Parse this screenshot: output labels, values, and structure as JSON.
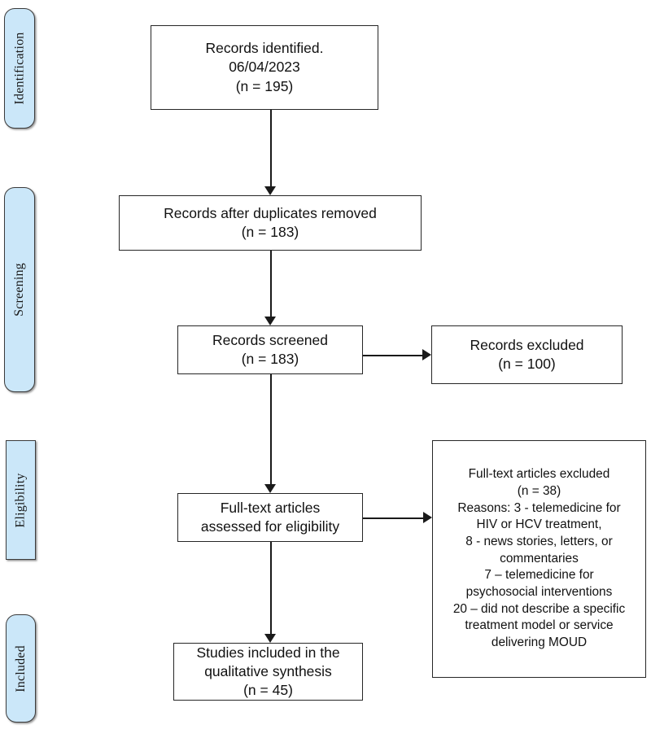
{
  "diagram": {
    "title": "PRISMA study selection flow diagram",
    "accent_color": "#cbe7f9",
    "border_color": "#262626",
    "connector_color": "#1a1a1a",
    "background_color": "#ffffff"
  },
  "stages": [
    {
      "id": "identification",
      "label": "Identification",
      "shape": "rounded"
    },
    {
      "id": "screening",
      "label": "Screening",
      "shape": "rounded"
    },
    {
      "id": "eligibility",
      "label": "Eligibility",
      "shape": "square"
    },
    {
      "id": "included",
      "label": "Included",
      "shape": "rounded"
    }
  ],
  "boxes": {
    "records_identified": {
      "text": "Records identified.\n06/04/2023\n(n = 195)",
      "count": 195,
      "date": "06/04/2023"
    },
    "records_after_duplicates": {
      "text": "Records after duplicates removed\n(n = 183)",
      "count": 183
    },
    "records_screened": {
      "text": "Records screened\n(n = 183)",
      "count": 183
    },
    "records_excluded": {
      "text": "Records excluded\n(n = 100)",
      "count": 100
    },
    "fulltext_assessed": {
      "text": "Full-text articles\nassessed for eligibility"
    },
    "fulltext_excluded": {
      "text": "Full-text articles excluded\n(n = 38)\nReasons: 3 - telemedicine for\nHIV or HCV treatment,\n8 - news stories, letters, or\ncommentaries\n7 – telemedicine for\npsychosocial interventions\n20 – did not describe a specific\ntreatment model or service\ndelivering MOUD",
      "count": 38,
      "reasons": [
        {
          "n": 3,
          "reason": "telemedicine for HIV or HCV treatment"
        },
        {
          "n": 8,
          "reason": "news stories, letters, or commentaries"
        },
        {
          "n": 7,
          "reason": "telemedicine for psychosocial interventions"
        },
        {
          "n": 20,
          "reason": "did not describe a specific treatment model or service delivering MOUD"
        }
      ]
    },
    "studies_included": {
      "text": "Studies included in the\nqualitative synthesis\n(n = 45)",
      "count": 45
    }
  }
}
